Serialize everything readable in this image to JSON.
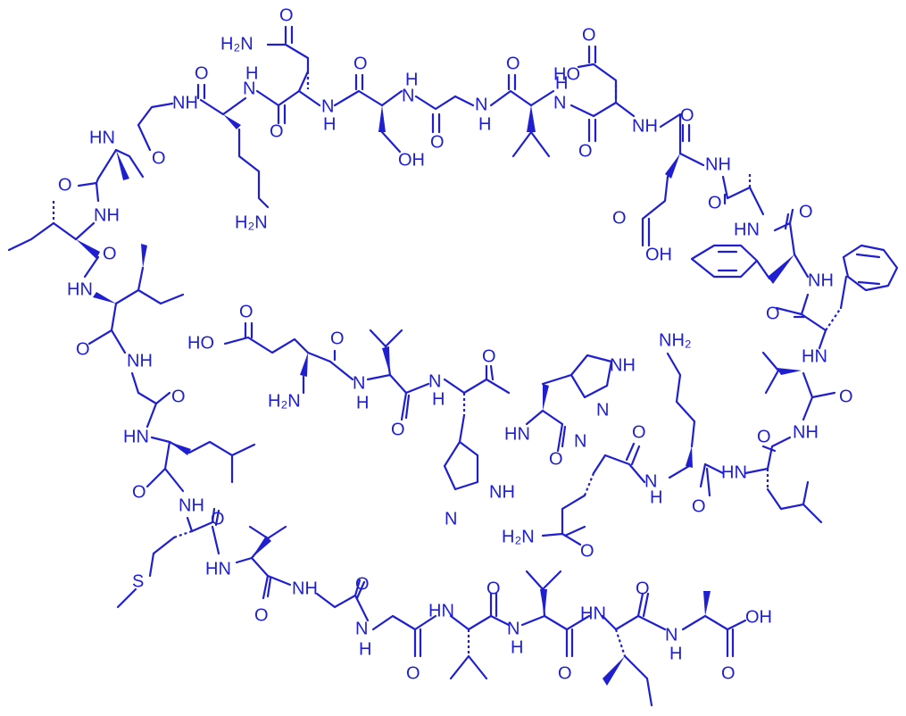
{
  "molecule": {
    "color": "#1f1fd1",
    "labels": {
      "nh": "NH",
      "hn": "HN",
      "n": "N",
      "h": "H",
      "o": "O",
      "oh": "OH",
      "ho": "HO",
      "h2n": "H₂N",
      "nh2": "NH₂",
      "s": "S"
    }
  }
}
